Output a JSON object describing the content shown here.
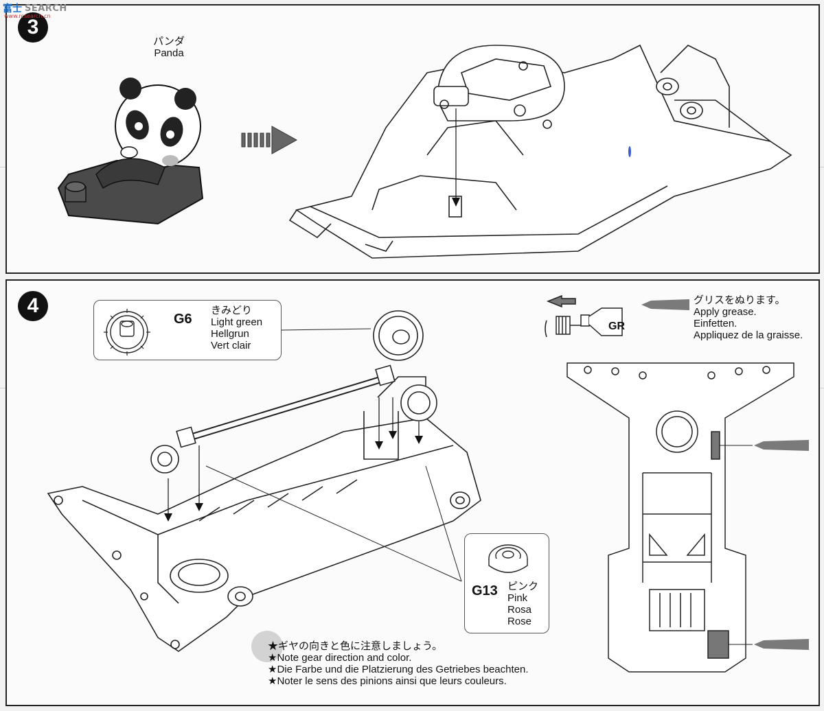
{
  "watermark": {
    "logo": "富士",
    "text": "SEARCH",
    "sub": "www.rcsearch.cn"
  },
  "step3": {
    "number": "3",
    "panda": {
      "name_jp": "パンダ",
      "name_en": "Panda"
    }
  },
  "step4": {
    "number": "4",
    "parts": {
      "g6": {
        "code": "G6",
        "name_jp": "きみどり",
        "name_en": "Light green",
        "name_de": "Hellgrun",
        "name_fr": "Vert clair"
      },
      "g13": {
        "code": "G13",
        "name_jp": "ピンク",
        "name_en": "Pink",
        "name_es": "Rosa",
        "name_fr": "Rose"
      }
    },
    "grease": {
      "jp": "グリスをぬります。",
      "en": "Apply grease.",
      "de": "Einfetten.",
      "fr": "Appliquez de la graisse.",
      "tube_text": "GR"
    },
    "notes": {
      "jp": "★ギヤの向きと色に注意しましょう。",
      "en": "★Note gear direction and color.",
      "de": "★Die Farbe und die Platzierung des Getriebes beachten.",
      "fr": "★Noter le sens des pinions ainsi que leurs couleurs."
    }
  },
  "colors": {
    "ink": "#111111",
    "panda_shade": "#4a4a4a",
    "grease": "#7a7a7a",
    "paper": "#fbfbfb"
  }
}
